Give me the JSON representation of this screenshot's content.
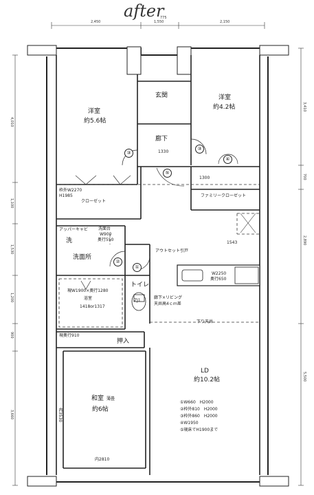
{
  "title": "after",
  "dims_top": {
    "left": "2,450",
    "center_top": "775",
    "center": "1,550",
    "right": "2,150"
  },
  "dims_left": {
    "d1": "4,010",
    "d2": "1,100",
    "d3": "1,530",
    "d4": "1,200",
    "d5": "900",
    "d6": "3,660"
  },
  "dims_right": {
    "d1": "3,410",
    "d2": "700",
    "d3": "2,890",
    "d4": "5,500"
  },
  "rooms": {
    "western1": "洋室",
    "western1_size": "約5.6帖",
    "western2": "洋室",
    "western2_size": "約4.2帖",
    "entrance": "玄関",
    "hallway": "廊下",
    "hallway_dim": "1330",
    "closet_dim1": "枠外W2270",
    "closet_dim2": "H1985",
    "closet": "クローゼット",
    "family_closet": "ファミリークローゼット",
    "family_closet_dim": "1300",
    "upper_cabinet": "アッパーキャビ",
    "wash": "洗",
    "vanity": "洗面台",
    "vanity_w": "W900",
    "vanity_d": "奥行550",
    "washroom": "洗面所",
    "outset": "アウトセット引戸",
    "kitchen_dim": "1543",
    "kitchen_w": "W2250",
    "kitchen_d": "奥行650",
    "toilet": "トイレ",
    "toilet_code": "ZJ1",
    "bath_dim": "現W1900×奥行1280",
    "bath": "浴室",
    "bath_code": "1418or1317",
    "ceiling_note1": "廊下×リビング",
    "ceiling_note2": "天井高4ｃｍ差",
    "beam": "下り天井",
    "depth910": "現奥行910",
    "oshiire": "押入",
    "ld": "LD",
    "ld_size": "約10.2帖",
    "japanese": "和室",
    "tatami_note": "薄畳",
    "japanese_size": "約6帖",
    "inner3530": "内3530",
    "inner2810": "内2810"
  },
  "numbers": [
    "①",
    "②",
    "③",
    "④",
    "⑤"
  ],
  "legend": [
    "①W660　H2000",
    "②枠外810　H2000",
    "③枠外860　H2000",
    "④W1950",
    "⑤現床でH1900まで"
  ]
}
